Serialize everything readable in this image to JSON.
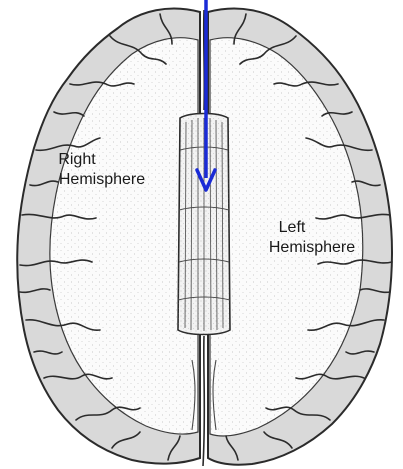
{
  "labels": {
    "right_line1": "Right",
    "right_line2": "Hemisphere",
    "left_line1": "Left",
    "left_line2": "Hemisphere"
  },
  "colors": {
    "arrow": "#1a2bd6",
    "outline": "#2b2b2b",
    "gray_matter": "#d9d9d9",
    "white_matter": "#fbfbfb",
    "callosum": "#f3f3f3"
  },
  "icons": {
    "arrow": "down-arrow-icon"
  }
}
